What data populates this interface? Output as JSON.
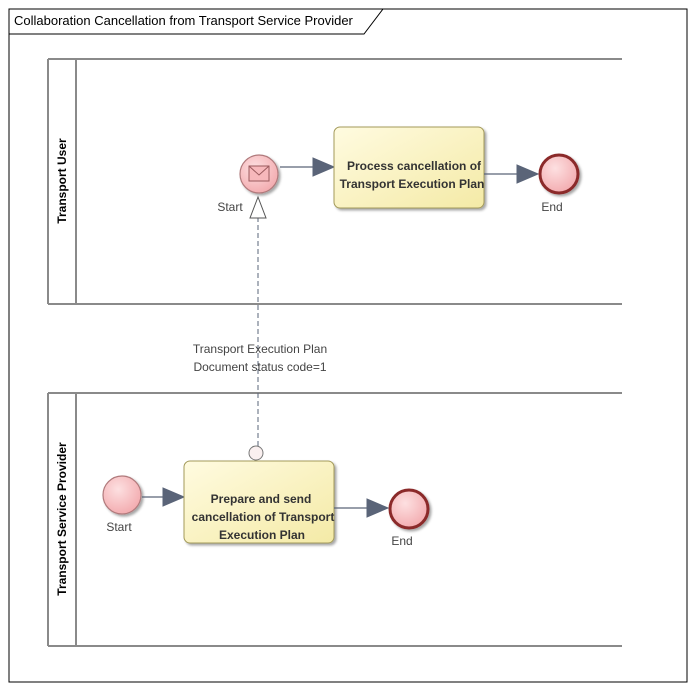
{
  "diagram": {
    "title": "Collaboration Cancellation from Transport Service Provider"
  },
  "pools": [
    {
      "name": "Transport User"
    },
    {
      "name": "Transport Service Provider"
    }
  ],
  "tasks": [
    {
      "lines": [
        "Process cancellation of",
        "Transport Execution Plan"
      ]
    },
    {
      "lines": [
        "Prepare and send",
        "cancellation of Transport",
        "Execution Plan"
      ]
    }
  ],
  "events": {
    "user_start": "Start",
    "user_end": "End",
    "provider_start": "Start",
    "provider_end": "End"
  },
  "message_flow": {
    "lines": [
      "Transport Execution Plan",
      "Document status code=1"
    ]
  },
  "colors": {
    "task_fill": "#fbf6c8",
    "event_fill": "#f6c2c4",
    "end_stroke": "#8b2a2a",
    "flow": "#5a6478"
  }
}
